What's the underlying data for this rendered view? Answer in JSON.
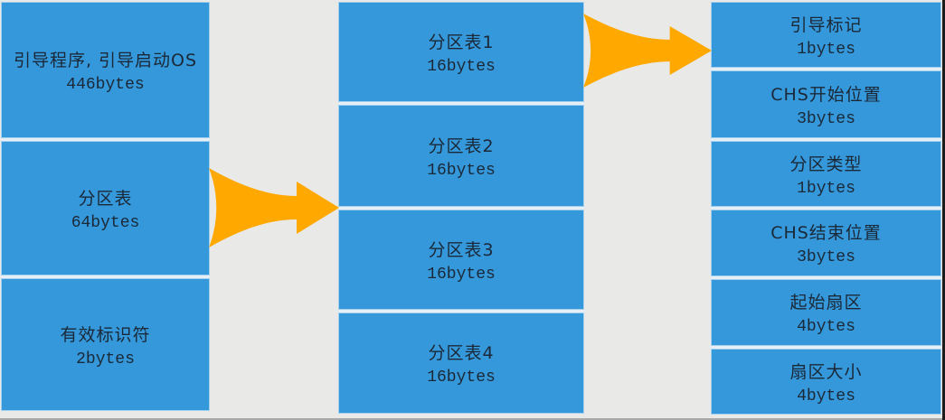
{
  "columns": [
    {
      "name": "mbr-sector",
      "blocks": [
        {
          "label": "引导程序, 引导启动OS",
          "size": "446bytes"
        },
        {
          "label": "分区表",
          "size": "64bytes"
        },
        {
          "label": "有效标识符",
          "size": "2bytes"
        }
      ]
    },
    {
      "name": "partition-tables",
      "blocks": [
        {
          "label": "分区表1",
          "size": "16bytes"
        },
        {
          "label": "分区表2",
          "size": "16bytes"
        },
        {
          "label": "分区表3",
          "size": "16bytes"
        },
        {
          "label": "分区表4",
          "size": "16bytes"
        }
      ]
    },
    {
      "name": "partition-entry-fields",
      "blocks": [
        {
          "label": "引导标记",
          "size": "1bytes"
        },
        {
          "label": "CHS开始位置",
          "size": "3bytes"
        },
        {
          "label": "分区类型",
          "size": "1bytes"
        },
        {
          "label": "CHS结束位置",
          "size": "3bytes"
        },
        {
          "label": "起始扇区",
          "size": "4bytes"
        },
        {
          "label": "扇区大小",
          "size": "4bytes"
        }
      ]
    }
  ],
  "icons": {
    "arrow_left_to_middle": "curved-right-arrow",
    "arrow_middle_to_right": "curved-right-arrow"
  },
  "colors": {
    "block_blue": "#3498DA",
    "arrow_orange": "#FFA800",
    "background_gray": "#E9E9E7",
    "text_dark": "#1B2837",
    "separator_light": "#E7EFF6"
  }
}
